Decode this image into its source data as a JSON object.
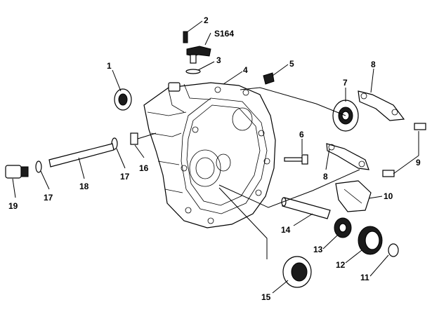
{
  "callouts": [
    {
      "id": "1",
      "text": "1"
    },
    {
      "id": "2",
      "text": "2"
    },
    {
      "id": "s164",
      "text": "S164"
    },
    {
      "id": "3",
      "text": "3"
    },
    {
      "id": "4",
      "text": "4"
    },
    {
      "id": "5",
      "text": "5"
    },
    {
      "id": "6",
      "text": "6"
    },
    {
      "id": "7",
      "text": "7"
    },
    {
      "id": "8a",
      "text": "8"
    },
    {
      "id": "8b",
      "text": "8"
    },
    {
      "id": "9",
      "text": "9"
    },
    {
      "id": "10",
      "text": "10"
    },
    {
      "id": "11",
      "text": "11"
    },
    {
      "id": "12",
      "text": "12"
    },
    {
      "id": "13",
      "text": "13"
    },
    {
      "id": "14",
      "text": "14"
    },
    {
      "id": "15",
      "text": "15"
    },
    {
      "id": "16",
      "text": "16"
    },
    {
      "id": "17a",
      "text": "17"
    },
    {
      "id": "17b",
      "text": "17"
    },
    {
      "id": "18",
      "text": "18"
    },
    {
      "id": "19",
      "text": "19"
    }
  ]
}
